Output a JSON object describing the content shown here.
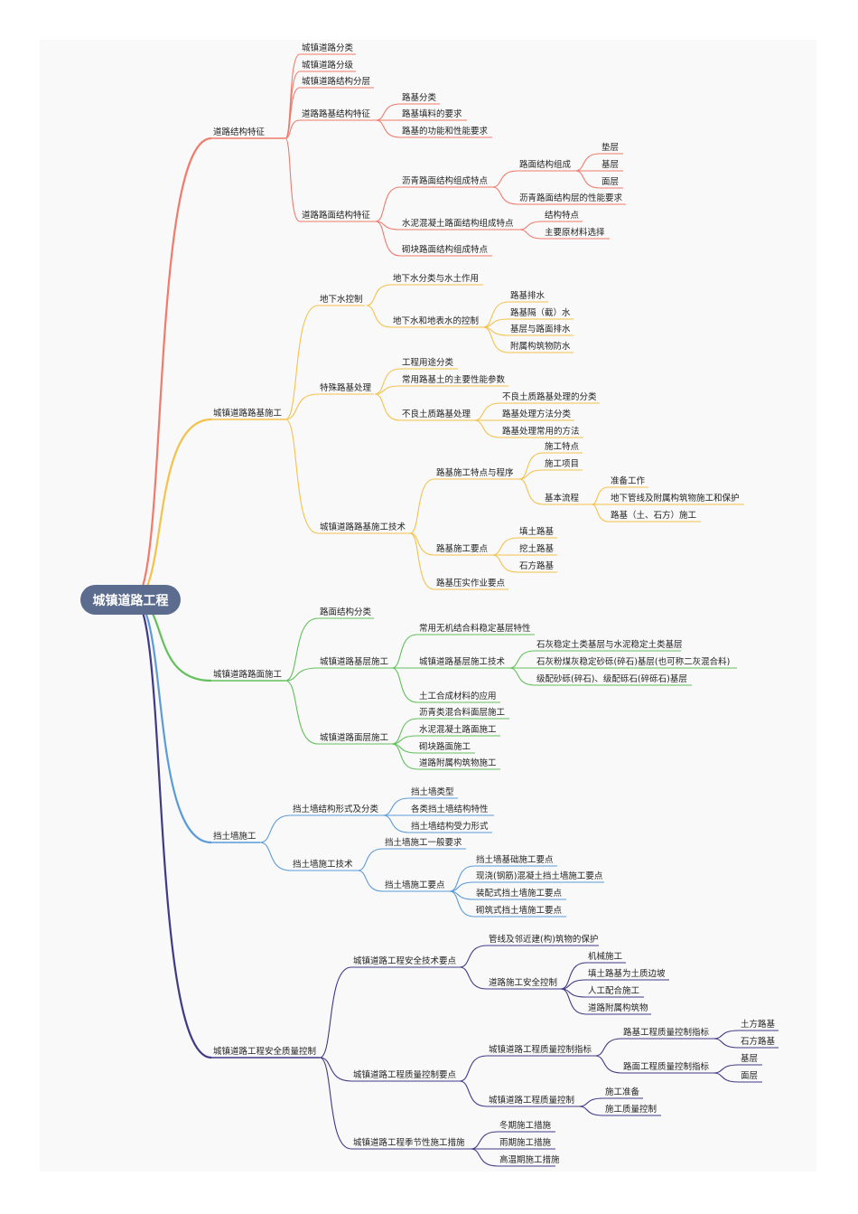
{
  "colors": {
    "c0": "#f07a6b",
    "c1": "#f4c24b",
    "c2": "#62c05a",
    "c3": "#5b9bd7",
    "c4": "#3f3a86",
    "rootBg": "#5b6c8f"
  },
  "root": "城镇道路工程",
  "branches": [
    {
      "label": "道路结构特征",
      "children": [
        {
          "label": "城镇道路分类"
        },
        {
          "label": "城镇道路分级"
        },
        {
          "label": "城镇道路结构分层"
        },
        {
          "label": "道路路基结构特征",
          "children": [
            {
              "label": "路基分类"
            },
            {
              "label": "路基填料的要求"
            },
            {
              "label": "路基的功能和性能要求"
            }
          ]
        },
        {
          "label": "道路路面结构特征",
          "children": [
            {
              "label": "沥青路面结构组成特点",
              "children": [
                {
                  "label": "路面结构组成",
                  "children": [
                    {
                      "label": "垫层"
                    },
                    {
                      "label": "基层"
                    },
                    {
                      "label": "面层"
                    }
                  ]
                },
                {
                  "label": "沥青路面结构层的性能要求"
                }
              ]
            },
            {
              "label": "水泥混凝土路面结构组成特点",
              "children": [
                {
                  "label": "结构特点"
                },
                {
                  "label": "主要原材料选择"
                }
              ]
            },
            {
              "label": "砌块路面结构组成特点"
            }
          ]
        }
      ]
    },
    {
      "label": "城镇道路路基施工",
      "children": [
        {
          "label": "地下水控制",
          "children": [
            {
              "label": "地下水分类与水土作用"
            },
            {
              "label": "地下水和地表水的控制",
              "children": [
                {
                  "label": "路基排水"
                },
                {
                  "label": "路基隔（截）水"
                },
                {
                  "label": "基层与路面排水"
                },
                {
                  "label": "附属构筑物防水"
                }
              ]
            }
          ]
        },
        {
          "label": "特殊路基处理",
          "children": [
            {
              "label": "工程用途分类"
            },
            {
              "label": "常用路基土的主要性能参数"
            },
            {
              "label": "不良土质路基处理",
              "children": [
                {
                  "label": "不良土质路基处理的分类"
                },
                {
                  "label": "路基处理方法分类"
                },
                {
                  "label": "路基处理常用的方法"
                }
              ]
            }
          ]
        },
        {
          "label": "城镇道路路基施工技术",
          "children": [
            {
              "label": "路基施工特点与程序",
              "children": [
                {
                  "label": "施工特点"
                },
                {
                  "label": "施工项目"
                },
                {
                  "label": "基本流程",
                  "children": [
                    {
                      "label": "准备工作"
                    },
                    {
                      "label": "地下管线及附属构筑物施工和保护"
                    },
                    {
                      "label": "路基（土、石方）施工"
                    }
                  ]
                }
              ]
            },
            {
              "label": "路基施工要点",
              "children": [
                {
                  "label": "填土路基"
                },
                {
                  "label": "挖土路基"
                },
                {
                  "label": "石方路基"
                }
              ]
            },
            {
              "label": "路基压实作业要点"
            }
          ]
        }
      ]
    },
    {
      "label": "城镇道路路面施工",
      "children": [
        {
          "label": "路面结构分类"
        },
        {
          "label": "城镇道路基层施工",
          "children": [
            {
              "label": "常用无机结合料稳定基层特性"
            },
            {
              "label": "城镇道路基层施工技术",
              "children": [
                {
                  "label": "石灰稳定土类基层与水泥稳定土类基层"
                },
                {
                  "label": "石灰粉煤灰稳定砂砾(碎石)基层(也可称二灰混合料)"
                },
                {
                  "label": "级配砂砾(碎石)、级配砾石(碎砾石)基层"
                }
              ]
            },
            {
              "label": "土工合成材料的应用"
            }
          ]
        },
        {
          "label": "城镇道路面层施工",
          "children": [
            {
              "label": "沥青类混合料面层施工"
            },
            {
              "label": "水泥混凝土路面施工"
            },
            {
              "label": "砌块路面施工"
            },
            {
              "label": "道路附属构筑物施工"
            }
          ]
        }
      ]
    },
    {
      "label": "挡土墙施工",
      "children": [
        {
          "label": "挡土墙结构形式及分类",
          "children": [
            {
              "label": "挡土墙类型"
            },
            {
              "label": "各类挡土墙结构特性"
            },
            {
              "label": "挡土墙结构受力形式"
            }
          ]
        },
        {
          "label": "挡土墙施工技术",
          "children": [
            {
              "label": "挡土墙施工一般要求"
            },
            {
              "label": "挡土墙施工要点",
              "children": [
                {
                  "label": "挡土墙基础施工要点"
                },
                {
                  "label": "现浇(钢筋)混凝土挡土墙施工要点"
                },
                {
                  "label": "装配式挡土墙施工要点"
                },
                {
                  "label": "砌筑式挡土墙施工要点"
                }
              ]
            }
          ]
        }
      ]
    },
    {
      "label": "城镇道路工程安全质量控制",
      "children": [
        {
          "label": "城镇道路工程安全技术要点",
          "children": [
            {
              "label": "管线及邻近建(构)筑物的保护"
            },
            {
              "label": "道路施工安全控制",
              "children": [
                {
                  "label": "机械施工"
                },
                {
                  "label": "填土路基为土质边坡"
                },
                {
                  "label": "人工配合施工"
                },
                {
                  "label": "道路附属构筑物"
                }
              ]
            }
          ]
        },
        {
          "label": "城镇道路工程质量控制要点",
          "children": [
            {
              "label": "城镇道路工程质量控制指标",
              "children": [
                {
                  "label": "路基工程质量控制指标",
                  "children": [
                    {
                      "label": "土方路基"
                    },
                    {
                      "label": "石方路基"
                    }
                  ]
                },
                {
                  "label": "路面工程质量控制指标",
                  "children": [
                    {
                      "label": "基层"
                    },
                    {
                      "label": "面层"
                    }
                  ]
                }
              ]
            },
            {
              "label": "城镇道路工程质量控制",
              "children": [
                {
                  "label": "施工准备"
                },
                {
                  "label": "施工质量控制"
                }
              ]
            }
          ]
        },
        {
          "label": "城镇道路工程季节性施工措施",
          "children": [
            {
              "label": "冬期施工措施"
            },
            {
              "label": "雨期施工措施"
            },
            {
              "label": "高温期施工措施"
            }
          ]
        }
      ]
    }
  ]
}
